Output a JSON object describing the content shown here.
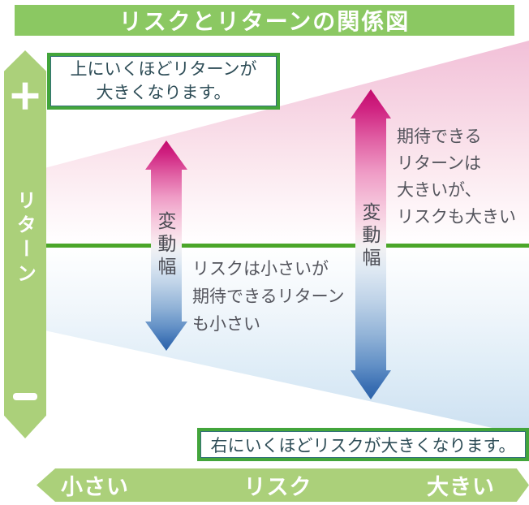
{
  "title": "リスクとリターンの関係図",
  "y_axis": {
    "plus": "＋",
    "label": "リターン",
    "minus": "−"
  },
  "x_axis": {
    "left": "小さい",
    "center": "リスク",
    "right": "大きい"
  },
  "callouts": {
    "top": {
      "lines": [
        "上にいくほどリターンが",
        "大きくなります。"
      ]
    },
    "bottom": {
      "text": "右にいくほどリスクが大きくなります。"
    }
  },
  "arrows": {
    "left_label": "変動幅",
    "right_label": "変動幅"
  },
  "notes": {
    "low_risk": {
      "lines": [
        "リスクは小さいが",
        "期待できるリターン",
        "も小さい"
      ]
    },
    "high_risk": {
      "lines": [
        "期待できる",
        "リターンは",
        "大きいが、",
        "リスクも大きい"
      ]
    }
  },
  "colors": {
    "title_bar_green": "#8bc862",
    "axis_green": "#abd07a",
    "center_line_green": "#4ba629",
    "callout_border_green": "#43a53b",
    "arrow_top_magenta": "#c30b6d",
    "arrow_bottom_blue": "#2d63a9",
    "wedge_pink": "#f2c0d8",
    "wedge_blue": "#cbdff0",
    "note_text": "#54555d",
    "callout_text": "#2e4d57"
  }
}
